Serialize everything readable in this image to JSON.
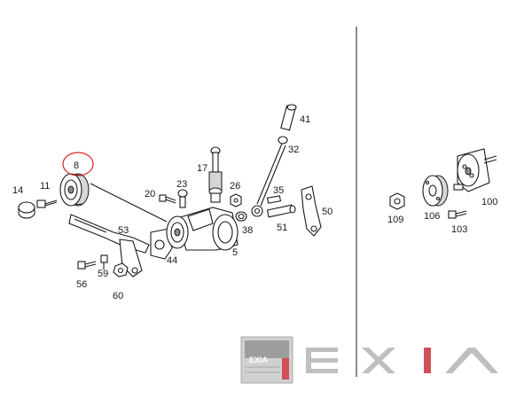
{
  "callouts": {
    "c8": "8",
    "c14": "14",
    "c11": "11",
    "c17": "17",
    "c20": "20",
    "c23": "23",
    "c26": "26",
    "c41": "41",
    "c32": "32",
    "c35": "35",
    "c50": "50",
    "c53": "53",
    "c44": "44",
    "c5": "5",
    "c38": "38",
    "c51": "51",
    "c56": "56",
    "c59": "59",
    "c60": "60",
    "c109": "109",
    "c106": "106",
    "c103": "103",
    "c100": "100"
  },
  "highlight": {
    "callout": "8",
    "color": "#e02020"
  },
  "watermark": {
    "logo_text": "EXIA",
    "letters": [
      "E",
      "X",
      "I",
      "A"
    ],
    "accent_color": "#c8323c",
    "letter_color": "#b4b4b4"
  },
  "divider_color": "#1a1a1a"
}
